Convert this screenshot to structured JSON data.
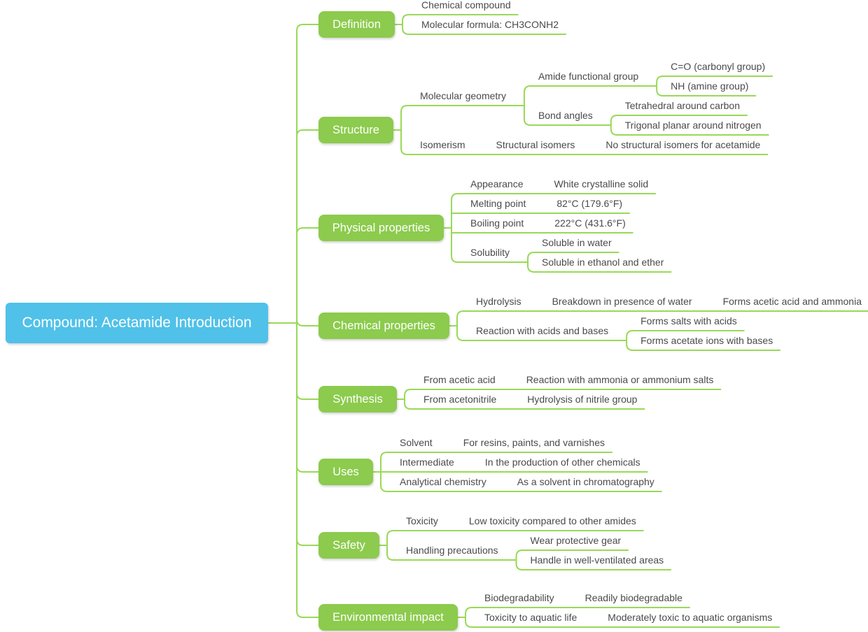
{
  "colors": {
    "root_fill": "#50C1E9",
    "branch_fill": "#8CCB4D",
    "line": "#98D957",
    "text": "#4A4A4A"
  },
  "tree": {
    "label": "Compound: Acetamide Introduction",
    "children": [
      {
        "label": "Definition",
        "children": [
          {
            "label": "Chemical compound"
          },
          {
            "label": "Molecular formula: CH3CONH2"
          }
        ]
      },
      {
        "label": "Structure",
        "children": [
          {
            "label": "Molecular geometry",
            "children": [
              {
                "label": "Amide functional group",
                "children": [
                  {
                    "label": "C=O (carbonyl group)"
                  },
                  {
                    "label": "NH (amine group)"
                  }
                ]
              },
              {
                "label": "Bond angles",
                "children": [
                  {
                    "label": "Tetrahedral around carbon"
                  },
                  {
                    "label": "Trigonal planar around nitrogen"
                  }
                ]
              }
            ]
          },
          {
            "label": "Isomerism",
            "children": [
              {
                "label": "Structural isomers",
                "children": [
                  {
                    "label": "No structural isomers for acetamide"
                  }
                ]
              }
            ]
          }
        ]
      },
      {
        "label": "Physical properties",
        "children": [
          {
            "label": "Appearance",
            "children": [
              {
                "label": "White crystalline solid"
              }
            ]
          },
          {
            "label": "Melting point",
            "children": [
              {
                "label": "82°C (179.6°F)"
              }
            ]
          },
          {
            "label": "Boiling point",
            "children": [
              {
                "label": "222°C (431.6°F)"
              }
            ]
          },
          {
            "label": "Solubility",
            "children": [
              {
                "label": "Soluble in water"
              },
              {
                "label": "Soluble in ethanol and ether"
              }
            ]
          }
        ]
      },
      {
        "label": "Chemical properties",
        "children": [
          {
            "label": "Hydrolysis",
            "children": [
              {
                "label": "Breakdown in presence of water",
                "children": [
                  {
                    "label": "Forms acetic acid and ammonia"
                  }
                ]
              }
            ]
          },
          {
            "label": "Reaction with acids and bases",
            "children": [
              {
                "label": "Forms salts with acids"
              },
              {
                "label": "Forms acetate ions with bases"
              }
            ]
          }
        ]
      },
      {
        "label": "Synthesis",
        "children": [
          {
            "label": "From acetic acid",
            "children": [
              {
                "label": "Reaction with ammonia or ammonium salts"
              }
            ]
          },
          {
            "label": "From acetonitrile",
            "children": [
              {
                "label": "Hydrolysis of nitrile group"
              }
            ]
          }
        ]
      },
      {
        "label": "Uses",
        "children": [
          {
            "label": "Solvent",
            "children": [
              {
                "label": "For resins, paints, and varnishes"
              }
            ]
          },
          {
            "label": "Intermediate",
            "children": [
              {
                "label": "In the production of other chemicals"
              }
            ]
          },
          {
            "label": "Analytical chemistry",
            "children": [
              {
                "label": "As a solvent in chromatography"
              }
            ]
          }
        ]
      },
      {
        "label": "Safety",
        "children": [
          {
            "label": "Toxicity",
            "children": [
              {
                "label": "Low toxicity compared to other amides"
              }
            ]
          },
          {
            "label": "Handling precautions",
            "children": [
              {
                "label": "Wear protective gear"
              },
              {
                "label": "Handle in well-ventilated areas"
              }
            ]
          }
        ]
      },
      {
        "label": "Environmental impact",
        "children": [
          {
            "label": "Biodegradability",
            "children": [
              {
                "label": "Readily biodegradable"
              }
            ]
          },
          {
            "label": "Toxicity to aquatic life",
            "children": [
              {
                "label": "Moderately toxic to aquatic organisms"
              }
            ]
          }
        ]
      }
    ]
  }
}
